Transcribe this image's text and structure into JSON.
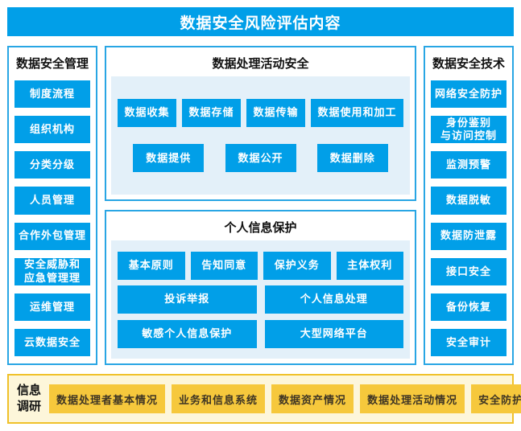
{
  "title": "数据安全风险评估内容",
  "colors": {
    "primary_blue": "#019fe8",
    "box_border": "#29a6e4",
    "panel_bg": "#e3f0f9",
    "gold": "#f6c83c",
    "gold_border": "#f0c12a",
    "cream": "#fdf6da",
    "gold_text": "#3e3524",
    "text_dark": "#111111"
  },
  "left_panel": {
    "header": "数据安全管理",
    "items": [
      "制度流程",
      "组织机构",
      "分类分级",
      "人员管理",
      "合作外包管理",
      "安全威胁和\n应急管理理",
      "运维管理",
      "云数据安全"
    ]
  },
  "middle_top": {
    "header": "数据处理活动安全",
    "row1": [
      "数据收集",
      "数据存储",
      "数据传输",
      "数据使用和加工"
    ],
    "row2": [
      "数据提供",
      "数据公开",
      "数据删除"
    ]
  },
  "middle_bottom": {
    "header": "个人信息保护",
    "row1": [
      "基本原则",
      "告知同意",
      "保护义务",
      "主体权利"
    ],
    "row2": [
      "投诉举报",
      "个人信息处理"
    ],
    "row3": [
      "敏感个人信息保护",
      "大型网络平台"
    ]
  },
  "right_panel": {
    "header": "数据安全技术",
    "items": [
      "网络安全防护",
      "身份鉴别\n与访问控制",
      "监测预警",
      "数据脱敏",
      "数据防泄露",
      "接口安全",
      "备份恢复",
      "安全审计"
    ]
  },
  "bottom_bar": {
    "label": "信息\n调研",
    "items": [
      "数据处理者基本情况",
      "业务和信息系统",
      "数据资产情况",
      "数据处理活动情况",
      "安全防护措施"
    ]
  }
}
